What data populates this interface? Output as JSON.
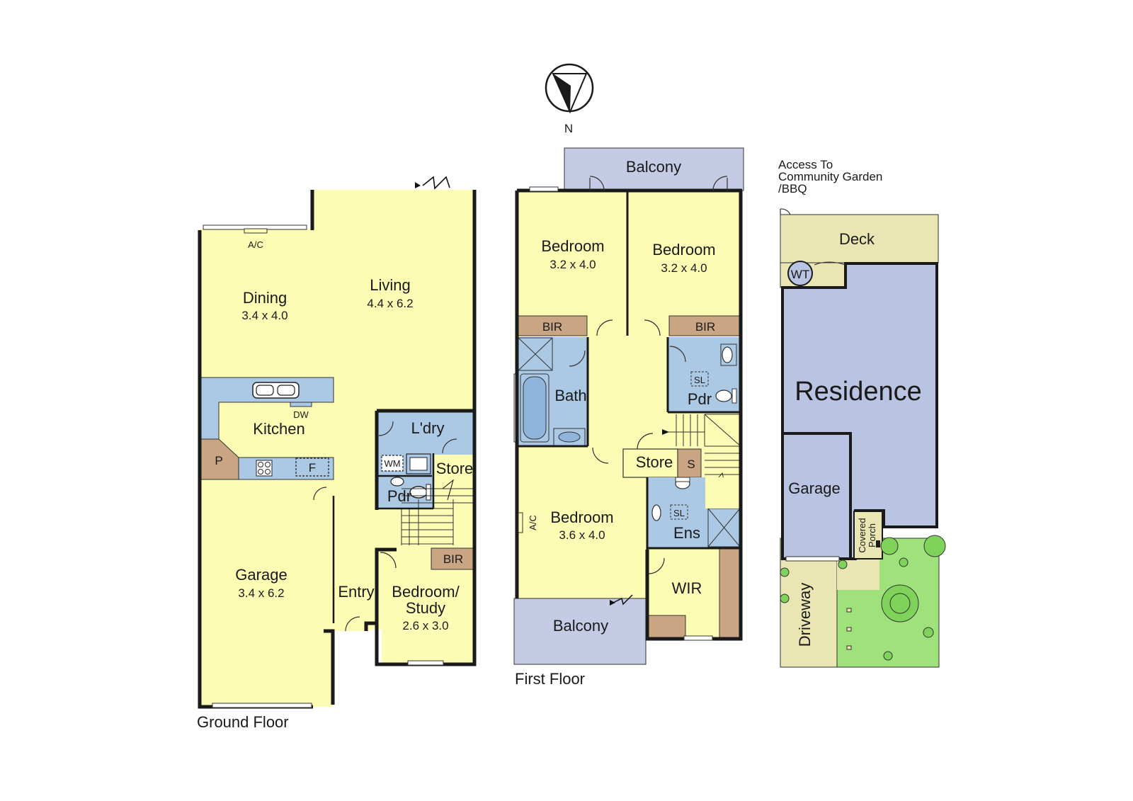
{
  "compass": {
    "letter": "N"
  },
  "ground_floor": {
    "caption": "Ground Floor",
    "dining": {
      "name": "Dining",
      "dims": "3.4 x 4.0"
    },
    "living": {
      "name": "Living",
      "dims": "4.4 x 6.2"
    },
    "ac": "A/C",
    "kitchen": "Kitchen",
    "dw": "DW",
    "pantry": "P",
    "fridge": "F",
    "laundry": "L'dry",
    "wm": "WM",
    "store": "Store",
    "powder": "Pdr",
    "entry": "Entry",
    "garage": {
      "name": "Garage",
      "dims": "3.4 x 6.2"
    },
    "bedroom_study": {
      "line1": "Bedroom/",
      "line2": "Study",
      "dims": "2.6 x 3.0"
    },
    "bir": "BIR"
  },
  "first_floor": {
    "caption": "First Floor",
    "balcony_top": "Balcony",
    "balcony_bottom": "Balcony",
    "bedroom1": {
      "name": "Bedroom",
      "dims": "3.2 x 4.0"
    },
    "bedroom2": {
      "name": "Bedroom",
      "dims": "3.2 x 4.0"
    },
    "bir_left": "BIR",
    "bir_right": "BIR",
    "bath": "Bath",
    "powder": "Pdr",
    "skylight_pdr": "SL",
    "store": "Store",
    "s": "S",
    "bedroom3": {
      "name": "Bedroom",
      "dims": "3.6 x 4.0"
    },
    "ac": "A/C",
    "ensuite": "Ens",
    "skylight_ens": "SL",
    "wir": "WIR"
  },
  "site_plan": {
    "access_line1": "Access To",
    "access_line2": "Community Garden",
    "access_line3": "/BBQ",
    "deck": "Deck",
    "wt": "WT",
    "residence": "Residence",
    "garage": "Garage",
    "covered_line1": "Covered",
    "covered_line2": "Porch",
    "driveway": "Driveway"
  },
  "colors": {
    "living": "#fcfcb4",
    "wet": "#abc8e4",
    "joinery": "#c9a583",
    "balcony": "#c5cbe4",
    "garden": "#9fe27c",
    "deck": "#e9e6b4",
    "residence": "#b9c3e2",
    "wall": "#1a1a1a"
  }
}
